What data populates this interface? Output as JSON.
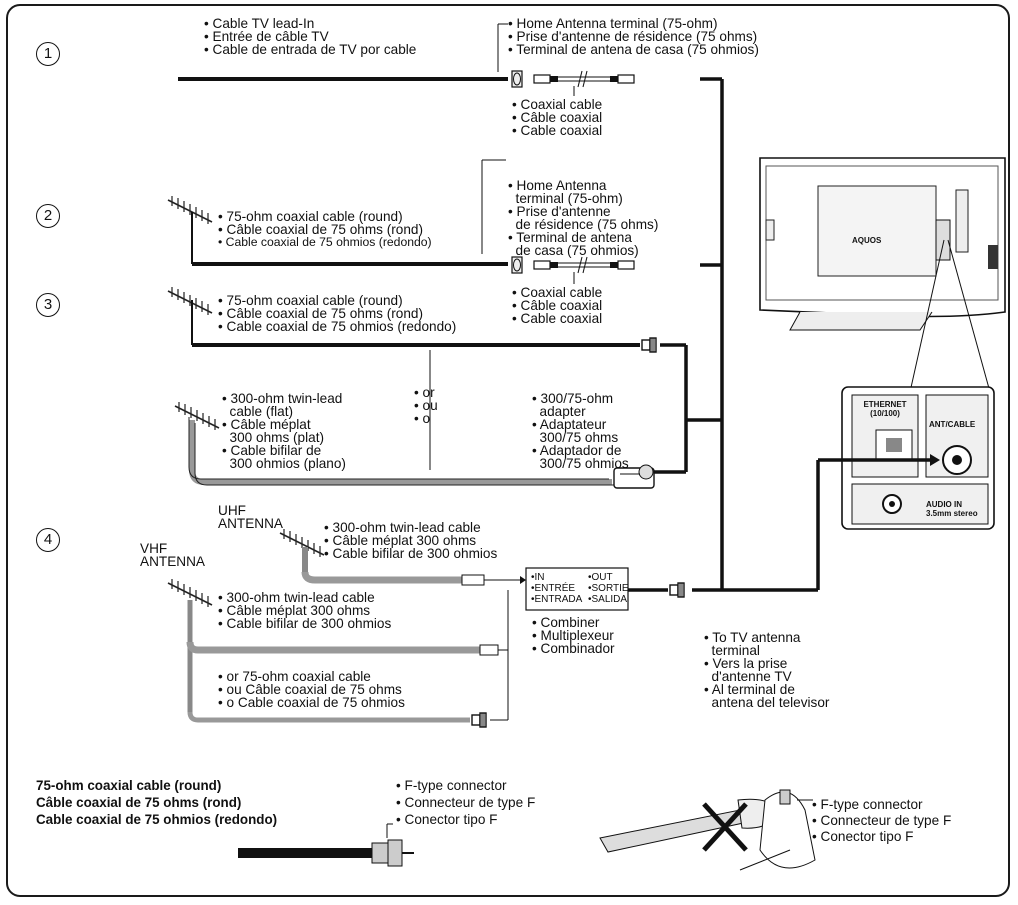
{
  "markers": [
    "1",
    "2",
    "3",
    "4"
  ],
  "s1": {
    "cable_tv": [
      "• Cable TV lead-In",
      "• Entrée de câble TV",
      "• Cable de entrada de TV por cable"
    ],
    "home_terminal": [
      "• Home Antenna terminal (75-ohm)",
      "• Prise d'antenne de résidence (75 ohms)",
      "• Terminal de antena de casa (75 ohmios)"
    ],
    "coaxial": [
      "• Coaxial cable",
      "• Câble coaxial",
      "• Cable coaxial"
    ]
  },
  "s2": {
    "home_terminal": [
      "• Home Antenna",
      "  terminal (75-ohm)",
      "• Prise d'antenne",
      "  de résidence (75 ohms)",
      "• Terminal de antena",
      "  de casa (75 ohmios)"
    ],
    "coax_round": [
      "• 75-ohm coaxial cable (round)",
      "• Câble coaxial de 75 ohms (rond)",
      "• Cable coaxial de 75 ohmios (redondo)"
    ],
    "coaxial": [
      "• Coaxial cable",
      "• Câble coaxial",
      "• Cable coaxial"
    ]
  },
  "s3": {
    "coax_round": [
      "• 75-ohm coaxial cable (round)",
      "• Câble coaxial de 75 ohms (rond)",
      "• Cable coaxial de 75 ohmios (redondo)"
    ],
    "twin_lead": [
      "• 300-ohm twin-lead",
      "  cable (flat)",
      "• Câble méplat",
      "  300 ohms (plat)",
      "• Cable bifilar de",
      "  300 ohmios (plano)"
    ],
    "or": [
      "• or",
      "• ou",
      "• o"
    ],
    "adapter": [
      "• 300/75-ohm",
      "  adapter",
      "• Adaptateur",
      "  300/75 ohms",
      "• Adaptador de",
      "  300/75 ohmios"
    ]
  },
  "s4": {
    "uhf": [
      "UHF",
      "ANTENNA"
    ],
    "vhf": [
      "VHF",
      "ANTENNA"
    ],
    "uhf_cable": [
      "• 300-ohm twin-lead cable",
      "• Câble méplat 300 ohms",
      "• Cable bifilar de 300 ohmios"
    ],
    "vhf_cable": [
      "• 300-ohm twin-lead cable",
      "• Câble méplat 300 ohms",
      "• Cable bifilar de 300 ohmios"
    ],
    "or_coax": [
      "• or 75-ohm coaxial cable",
      "• ou Câble coaxial de 75 ohms",
      "• o Cable coaxial de 75 ohmios"
    ],
    "combiner_box": {
      "in": [
        "•IN",
        "•ENTRÉE",
        "•ENTRADA"
      ],
      "out": [
        "•OUT",
        "•SORTIE",
        "•SALIDA"
      ]
    },
    "combiner": [
      "• Combiner",
      "• Multiplexeur",
      "• Combinador"
    ],
    "to_tv": [
      "• To TV antenna",
      "  terminal",
      "• Vers la prise",
      "  d'antenne TV",
      "• Al terminal de",
      "  antena del televisor"
    ]
  },
  "tv": {
    "brand": "AQUOS",
    "ethernet": [
      "ETHERNET",
      "(10/100)"
    ],
    "ant_cable": "ANT/CABLE",
    "audio_in": [
      "AUDIO IN",
      "3.5mm stereo"
    ]
  },
  "bottom": {
    "title": [
      "75-ohm coaxial cable (round)",
      "Câble coaxial de 75 ohms (rond)",
      "Cable coaxial de 75 ohmios (redondo)"
    ],
    "ftype": [
      "• F-type connector",
      "• Connecteur de type F",
      "• Conector tipo F"
    ],
    "ftype2": [
      "• F-type connector",
      "• Connecteur de type F",
      "• Conector tipo F"
    ]
  }
}
